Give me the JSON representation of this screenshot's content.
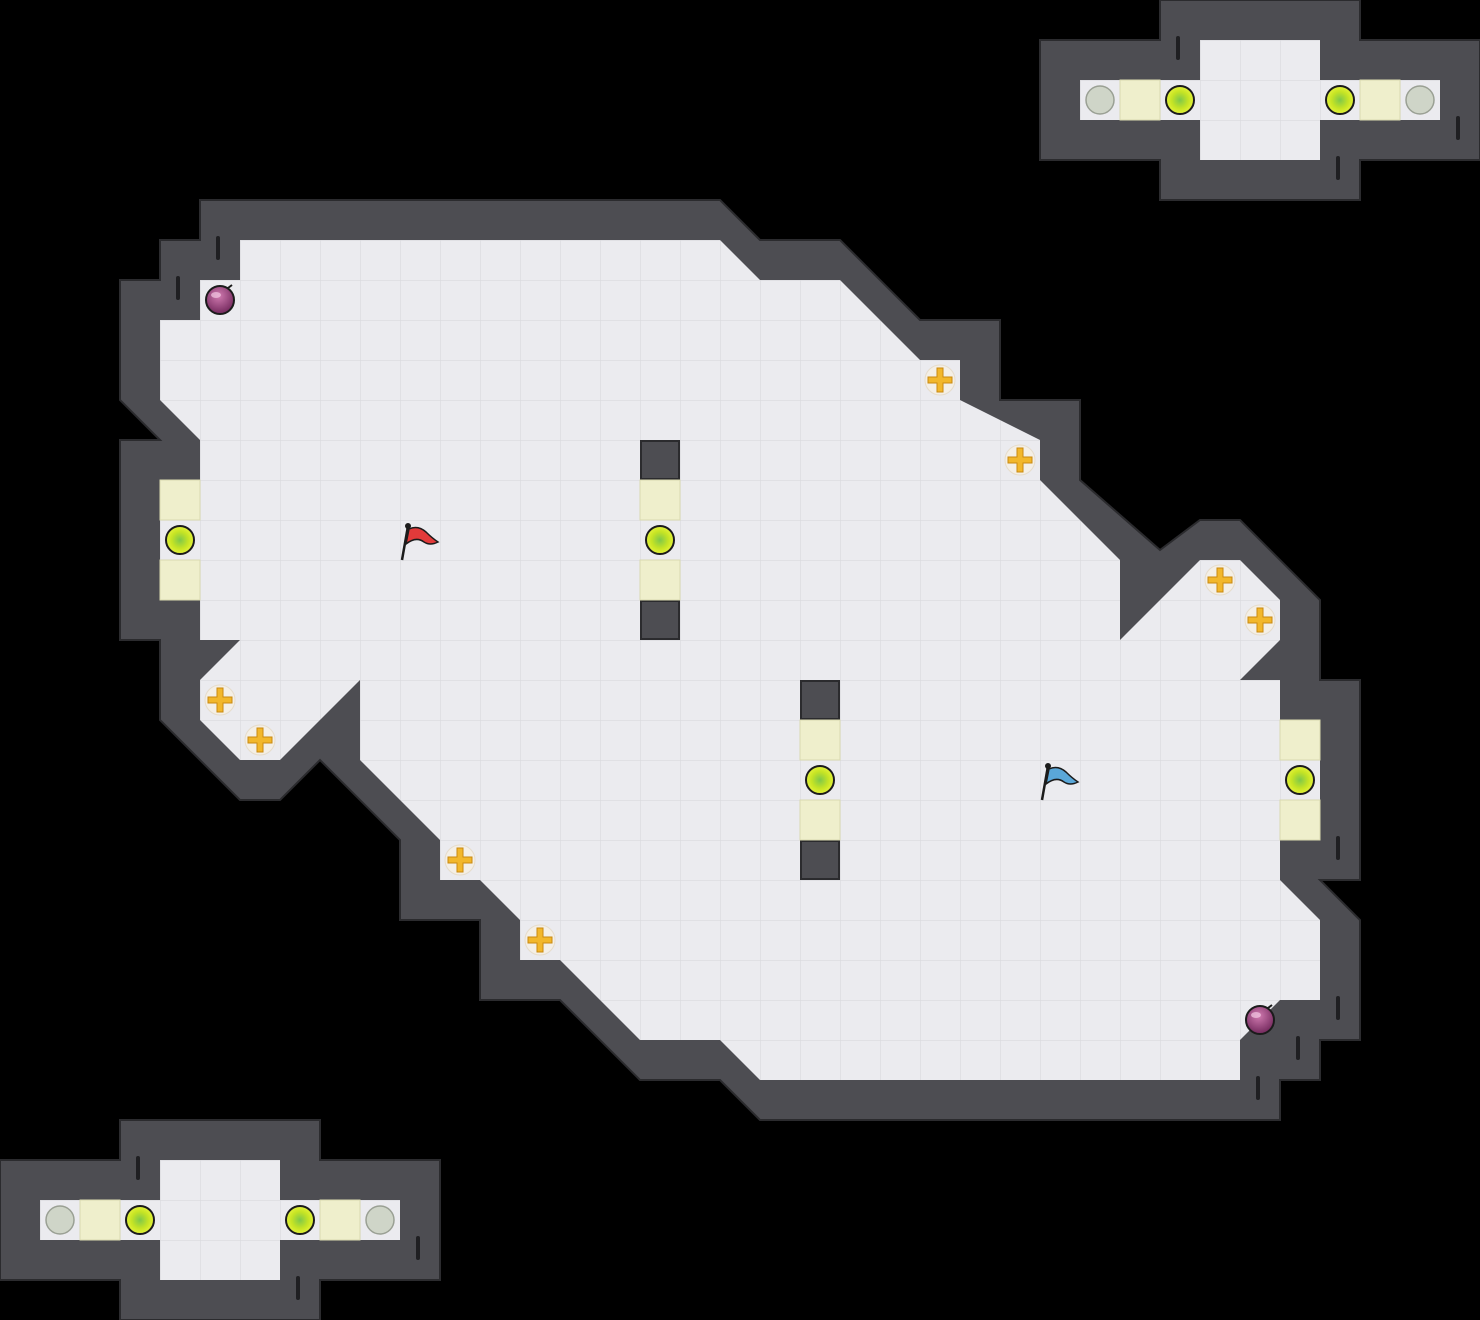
{
  "map": {
    "colors": {
      "background": "#000000",
      "wall": "#4d4d52",
      "wall_edge": "#2b2b2e",
      "wall_groove": "#1f1f22",
      "floor": "#ebebef",
      "grid": "#d9d9de",
      "pad": "#efefcc",
      "orb_yellow": "#d6ee20",
      "orb_dim": "#cfd5c8",
      "gem": "#8a3c78",
      "boost": "#f2b72b",
      "flag_red": "#e23a3a",
      "flag_blue": "#5aa7d8"
    },
    "legend": {
      "flag_red": "red-team-flag",
      "flag_blue": "blue-team-flag",
      "gem": "power-gem",
      "boost": "speed-boost",
      "orb": "switch-orb"
    }
  }
}
